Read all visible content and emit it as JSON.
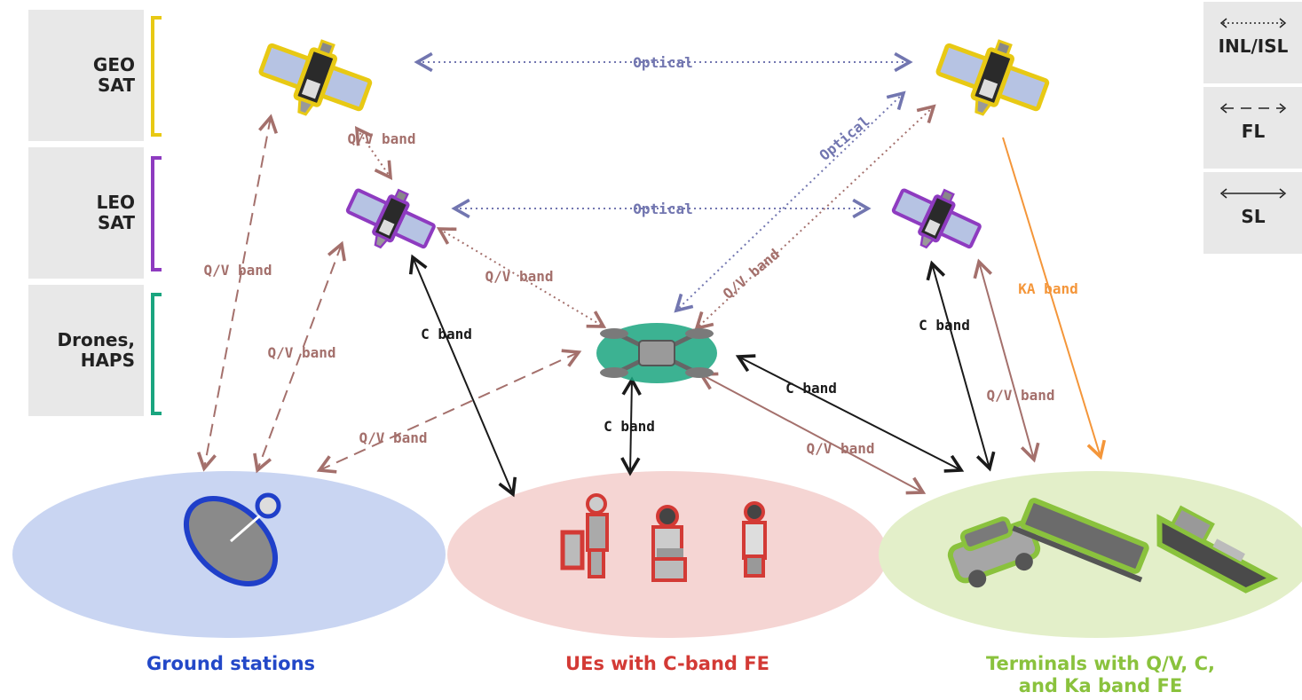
{
  "tiers": {
    "geo": "GEO\nSAT",
    "leo": "LEO\nSAT",
    "drones": "Drones,\nHAPS"
  },
  "legend": {
    "inl_isl": "INL/ISL",
    "fl": "FL",
    "sl": "SL"
  },
  "links": {
    "optical_geo": "Optical",
    "optical_leo": "Optical",
    "optical_diag": "Optical",
    "qv_geo_leo": "Q/V band",
    "qv_ground_geo": "Q/V band",
    "qv_ground_leo": "Q/V band",
    "qv_leo_drone": "Q/V band",
    "qv_geo_drone": "Q/V band",
    "qv_ground_drone": "Q/V band",
    "qv_terminal_drone": "Q/V band",
    "qv_terminal_leo": "Q/V band",
    "c_leo_ue": "C band",
    "c_drone_ue": "C band",
    "c_drone_terminal": "C band",
    "c_leo_terminal": "C band",
    "ka_geo_terminal": "KA band"
  },
  "groups": {
    "ground": "Ground stations",
    "ue": "UEs with C-band FE",
    "terminals": "Terminals with Q/V, C,\nand Ka band FE"
  },
  "colors": {
    "geo": "#e8c914",
    "leo": "#8e3bc0",
    "drone": "#1aa57f",
    "optical": "#7276b0",
    "qv": "#a4706c",
    "c": "#1a1a1a",
    "ka": "#f4963a",
    "ground_fill": "#c9d5f2",
    "ue_fill": "#f5d5d3",
    "terminal_fill": "#e3efc9",
    "ground_text": "#2348c8",
    "ue_text": "#d33a35",
    "terminal_text": "#8ac23d"
  }
}
